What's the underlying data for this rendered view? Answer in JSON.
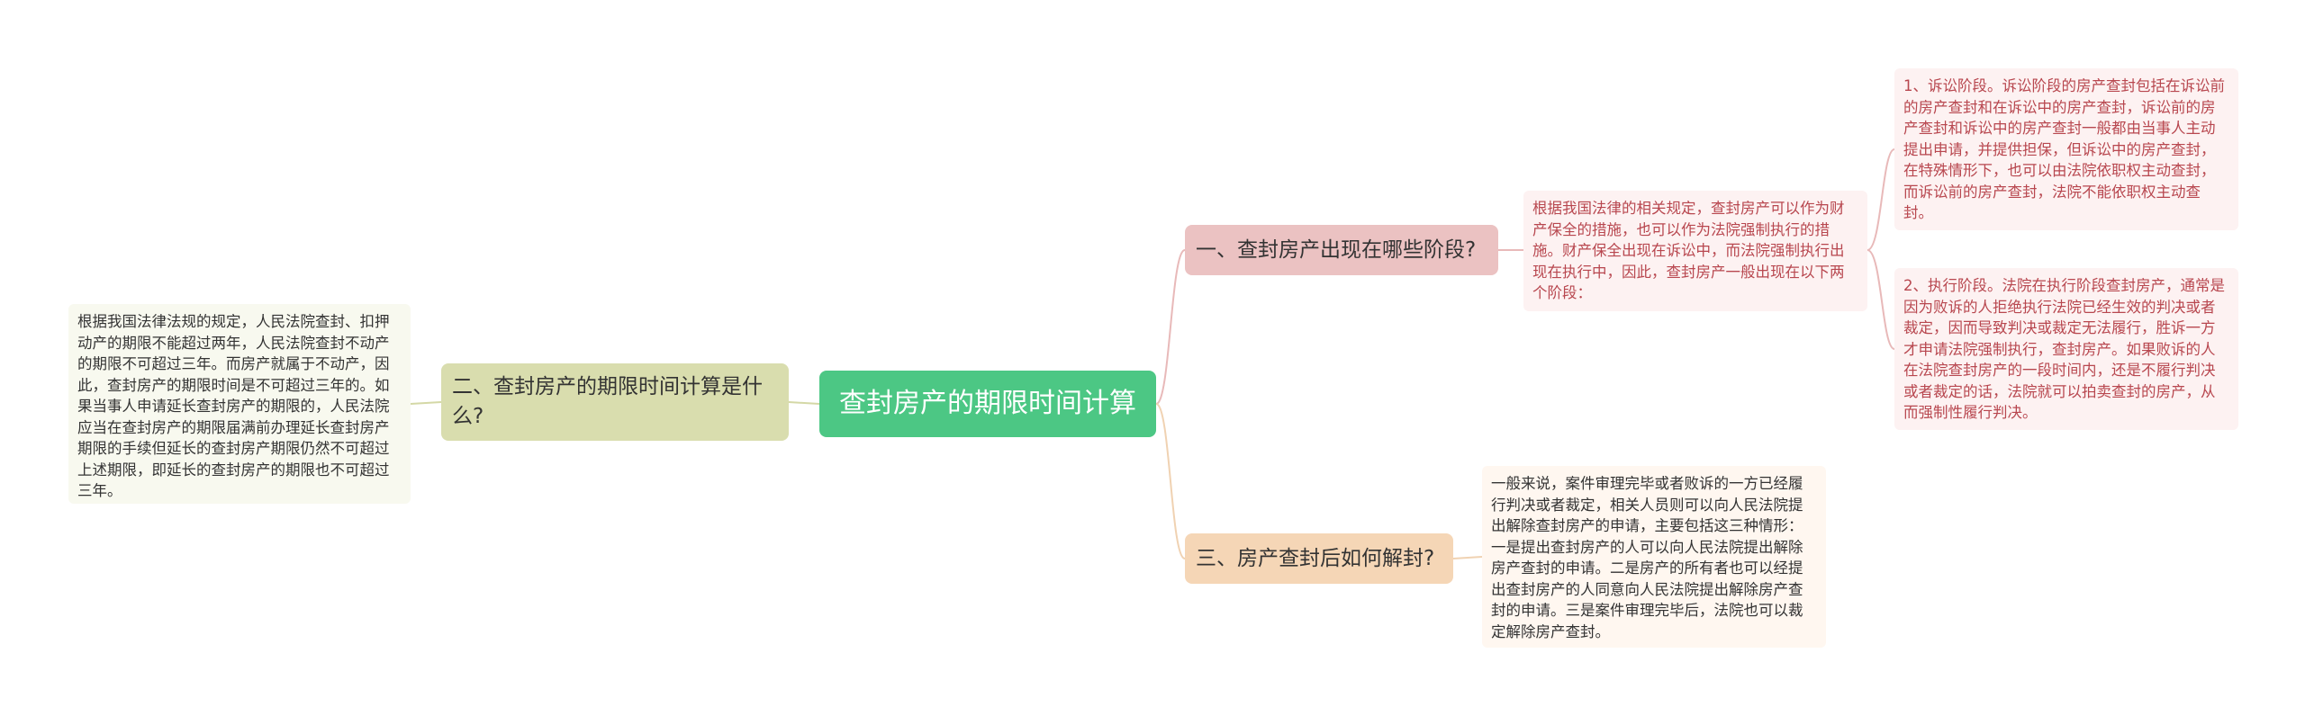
{
  "root": {
    "title": "查封房产的期限时间计算"
  },
  "branches": [
    {
      "label": "一、查封房产出现在哪些阶段?"
    },
    {
      "label": "二、查封房产的期限时间计算是什么?"
    },
    {
      "label": "三、房产查封后如何解封?"
    }
  ],
  "leaves": {
    "b1": "根据我国法律的相关规定，查封房产可以作为财产保全的措施，也可以作为法院强制执行的措施。财产保全出现在诉讼中，而法院强制执行出现在执行中，因此，查封房产一般出现在以下两个阶段：",
    "b2": "根据我国法律法规的规定，人民法院查封、扣押动产的期限不能超过两年，人民法院查封不动产的期限不可超过三年。而房产就属于不动产，因此，查封房产的期限时间是不可超过三年的。如果当事人申请延长查封房产的期限的，人民法院应当在查封房产的期限届满前办理延长查封房产期限的手续但延长的查封房产期限仍然不可超过上述期限，即延长的查封房产的期限也不可超过三年。",
    "b3": "一般来说，案件审理完毕或者败诉的一方已经履行判决或者裁定，相关人员则可以向人民法院提出解除查封房产的申请，主要包括这三种情形：一是提出查封房产的人可以向人民法院提出解除房产查封的申请。二是房产的所有者也可以经提出查封房产的人同意向人民法院提出解除房产查封的申请。三是案件审理完毕后，法院也可以裁定解除房产查封。"
  },
  "sub_leaves": [
    "1、诉讼阶段。诉讼阶段的房产查封包括在诉讼前的房产查封和在诉讼中的房产查封，诉讼前的房产查封和诉讼中的房产查封一般都由当事人主动提出申请，并提供担保，但诉讼中的房产查封，在特殊情形下，也可以由法院依职权主动查封，而诉讼前的房产查封，法院不能依职权主动查封。",
    "2、执行阶段。法院在执行阶段查封房产，通常是因为败诉的人拒绝执行法院已经生效的判决或者裁定，因而导致判决或裁定无法履行，胜诉一方才申请法院强制执行，查封房产。如果败诉的人在法院查封房产的一段时间内，还是不履行判决或者裁定的话，法院就可以拍卖查封的房产，从而强制性履行判决。"
  ],
  "colors": {
    "root": "#4cc784",
    "branch1": "#ebc2c2",
    "branch2": "#d9ddae",
    "branch3": "#f5d6b6",
    "connector1": "#e8b9b9",
    "connector2": "#d4d8a6",
    "connector3": "#f0d2b2"
  }
}
